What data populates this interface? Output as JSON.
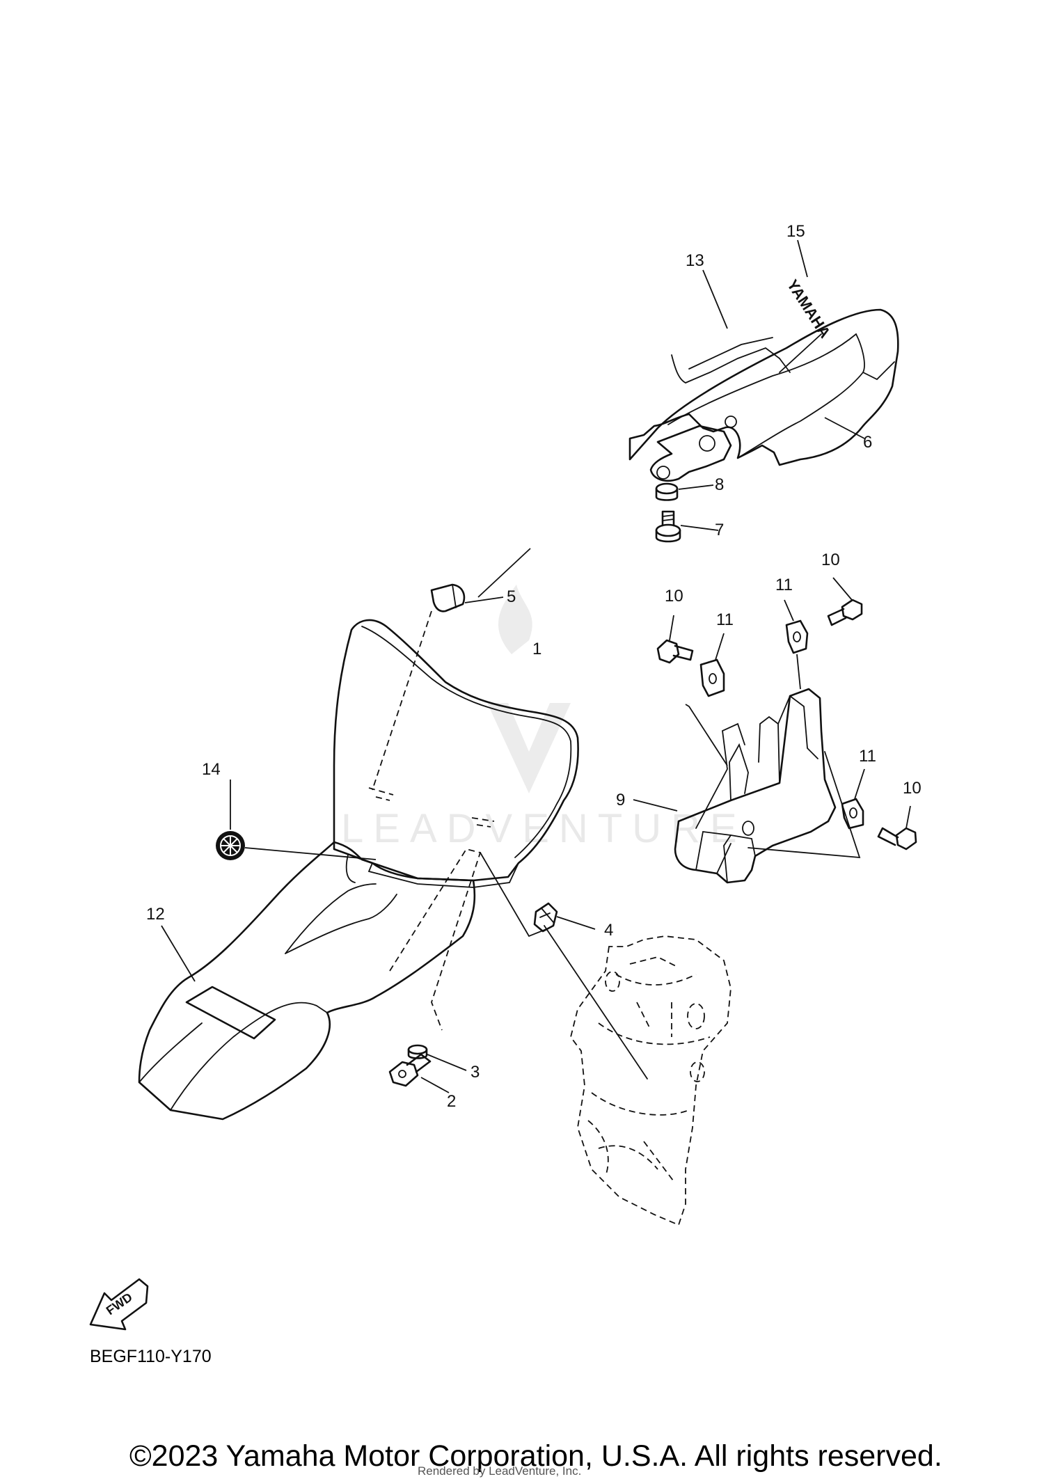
{
  "callouts": [
    {
      "n": "1"
    },
    {
      "n": "2"
    },
    {
      "n": "3"
    },
    {
      "n": "4"
    },
    {
      "n": "5"
    },
    {
      "n": "6"
    },
    {
      "n": "7"
    },
    {
      "n": "8"
    },
    {
      "n": "9"
    },
    {
      "n": "10"
    },
    {
      "n": "10"
    },
    {
      "n": "10"
    },
    {
      "n": "11"
    },
    {
      "n": "11"
    },
    {
      "n": "11"
    },
    {
      "n": "12"
    },
    {
      "n": "13"
    },
    {
      "n": "14"
    },
    {
      "n": "15"
    }
  ],
  "decal_text": "YAMAHA",
  "fwd_label": "FWD",
  "watermark": "LEADVENTURE",
  "diagram_code": "BEGF110-Y170",
  "copyright": "©2023 Yamaha Motor Corporation, U.S.A. All rights reserved.",
  "rendered_by": "Rendered by LeadVenture, Inc."
}
